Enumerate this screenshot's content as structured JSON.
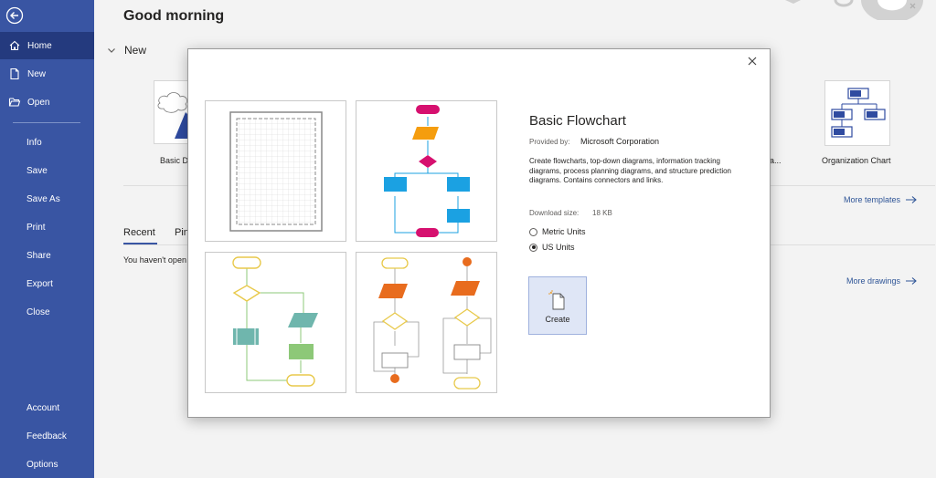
{
  "sidebar": {
    "items_top": [
      {
        "label": "Home",
        "icon": "home-icon",
        "active": true
      },
      {
        "label": "New",
        "icon": "new-document-icon"
      },
      {
        "label": "Open",
        "icon": "open-folder-icon"
      }
    ],
    "items_mid": [
      "Info",
      "Save",
      "Save As",
      "Print",
      "Share",
      "Export",
      "Close"
    ],
    "items_bottom": [
      "Account",
      "Feedback",
      "Options"
    ]
  },
  "main": {
    "greeting": "Good morning",
    "new_section": "New",
    "templates": [
      {
        "label": "Basic D",
        "visible_part": "left-partial"
      },
      {
        "label": "a...",
        "visible_part": "right-partial"
      },
      {
        "label": "Organization Chart"
      }
    ],
    "more_templates": "More templates",
    "tabs": {
      "recent": "Recent",
      "pinned": "Pin"
    },
    "recent_empty": "You haven't open",
    "more_drawings": "More drawings"
  },
  "modal": {
    "title": "Basic Flowchart",
    "provided_by_label": "Provided by:",
    "provided_by_value": "Microsoft Corporation",
    "description": "Create flowcharts, top-down diagrams, information tracking diagrams, process planning diagrams, and structure prediction diagrams. Contains connectors and links.",
    "download_size_label": "Download size:",
    "download_size_value": "18 KB",
    "units": [
      {
        "label": "Metric Units",
        "checked": false
      },
      {
        "label": "US Units",
        "checked": true
      }
    ],
    "create_label": "Create"
  },
  "colors": {
    "sidebar_bg": "#3955a3",
    "sidebar_active": "#243a7e",
    "link": "#2f5597",
    "flow_magenta": "#d6106f",
    "flow_orange": "#f59d0e",
    "flow_blue": "#1ba1e2",
    "flow_green": "#8dc878",
    "flow_teal": "#6fb6ad",
    "flow_yellow_border": "#e8c94b",
    "flow_red_orange": "#e86c1e"
  }
}
